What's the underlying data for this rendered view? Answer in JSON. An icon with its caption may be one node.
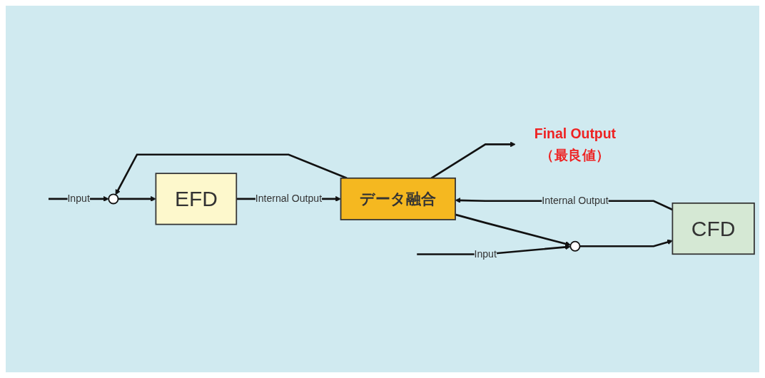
{
  "diagram": {
    "nodes": [
      {
        "text": [],
        "shape": "circle"
      },
      {
        "text": [
          "EFD"
        ]
      },
      {
        "text": [
          "データ融合"
        ]
      },
      {
        "text": [
          "Final Output",
          "（最良値）"
        ]
      },
      {
        "text": [],
        "shape": "circle"
      },
      {
        "text": [
          "CFD"
        ]
      }
    ],
    "edges": [
      {
        "from": null,
        "to": 0,
        "arrow": "to",
        "label": "Input"
      },
      {
        "from": 0,
        "to": 1,
        "arrow": "to"
      },
      {
        "from": 1,
        "to": 2,
        "arrow": "to",
        "label": "Internal Output"
      },
      {
        "from": 2,
        "to": 0,
        "arrow": "to"
      },
      {
        "from": 2,
        "to": 3,
        "arrow": "to"
      },
      {
        "from": null,
        "to": 4,
        "arrow": "to",
        "label": "Input"
      },
      {
        "from": 4,
        "to": 5,
        "arrow": "to"
      },
      {
        "from": 5,
        "to": 2,
        "arrow": "to",
        "label": "Internal Output"
      },
      {
        "from": 2,
        "to": 4,
        "arrow": "to"
      }
    ]
  }
}
